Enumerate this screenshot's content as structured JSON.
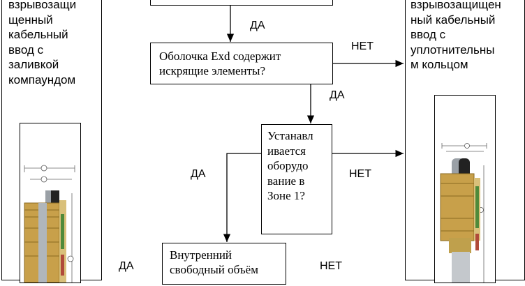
{
  "left_panel": {
    "text": "взрывозащи\nщенный\nкабельный\nввод с\nзаливкой\nкомпаундом"
  },
  "right_panel": {
    "text": "взрывозащищен\nный кабельный\nввод с\nуплотнительны\nм кольцом"
  },
  "flow": {
    "box_top_text": "",
    "box_exd_text": "Оболочка Exd содержит\nискрящие элементы?",
    "box_zone_text": "Устанавл\nивается\nоборудо\nвание в\nЗоне 1?",
    "box_volume_text": "Внутренний\nсвободный объём"
  },
  "labels": {
    "da_1": "ДА",
    "net_1": "НЕТ",
    "da_2": "ДА",
    "da_3": "ДА",
    "net_2": "НЕТ",
    "da_4": "ДА",
    "net_3": "НЕТ"
  },
  "colors": {
    "brass": "#c8a04a",
    "brass_dark": "#8a6a20",
    "cable_black": "#222222",
    "cable_grey": "#9aa0a6",
    "seal_green": "#4f8a3a"
  }
}
